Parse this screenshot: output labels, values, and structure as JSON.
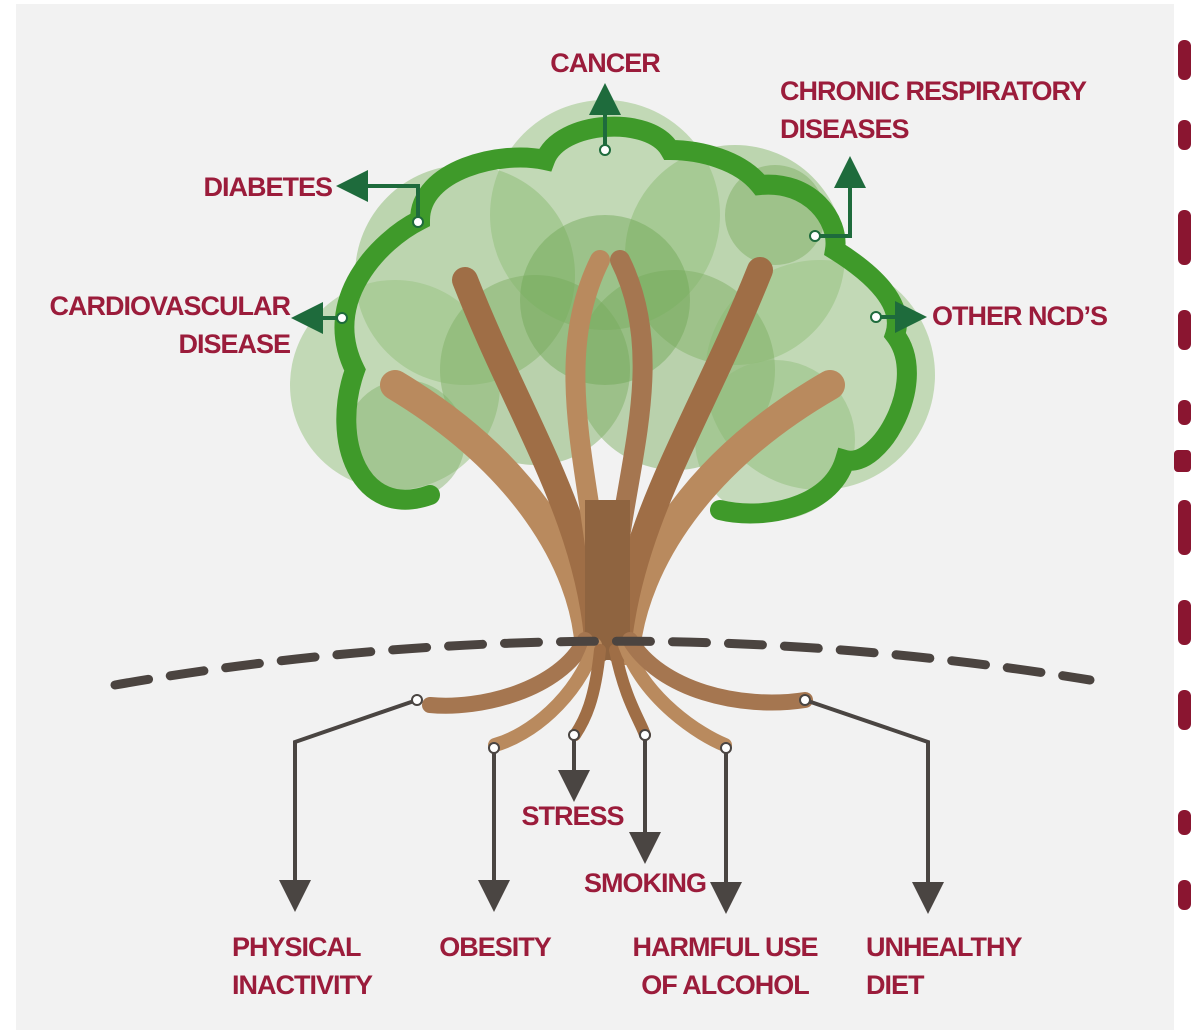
{
  "colors": {
    "background": "#f2f2f2",
    "label": "#9b1c3b",
    "arrow_green": "#1e6b3c",
    "arrow_gray": "#4a4542",
    "canopy_outline": "#3f9a2a",
    "trunk": "#a57650",
    "ground_line": "#4b4440",
    "side_text": "#8a1530"
  },
  "outcomes": {
    "cancer": "CANCER",
    "chronic_respiratory": [
      "CHRONIC RESPIRATORY",
      "DISEASES"
    ],
    "diabetes": "DIABETES",
    "cardiovascular": [
      "CARDIOVASCULAR",
      "DISEASE"
    ],
    "other_ncds": "OTHER NCD’S"
  },
  "risk_factors": {
    "stress": "STRESS",
    "smoking": "SMOKING",
    "physical_inactivity": [
      "PHYSICAL",
      "INACTIVITY"
    ],
    "obesity": "OBESITY",
    "harmful_alcohol": [
      "HARMFUL USE",
      "OF ALCOHOL"
    ],
    "unhealthy_diet": [
      "UNHEALTHY",
      "DIET"
    ]
  }
}
